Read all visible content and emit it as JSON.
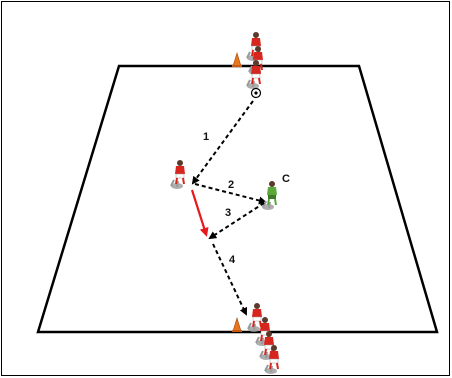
{
  "diagram": {
    "step_labels": {
      "s1": "1",
      "s2": "2",
      "s3": "3",
      "s4": "4"
    },
    "coach_label": "C",
    "colors": {
      "pitch_line": "#000000",
      "pass_arrow": "#000000",
      "run_arrow": "#e8191c",
      "player_shirt": "#d7261e",
      "player_shorts": "#ffffff",
      "coach_shirt": "#5aa83a",
      "cone": "#e8761c",
      "shadow": "#9a9a9a"
    },
    "icons": {
      "player": "player-icon",
      "coach": "coach-icon",
      "cone": "cone-icon",
      "ball": "soccer-ball-icon"
    }
  }
}
